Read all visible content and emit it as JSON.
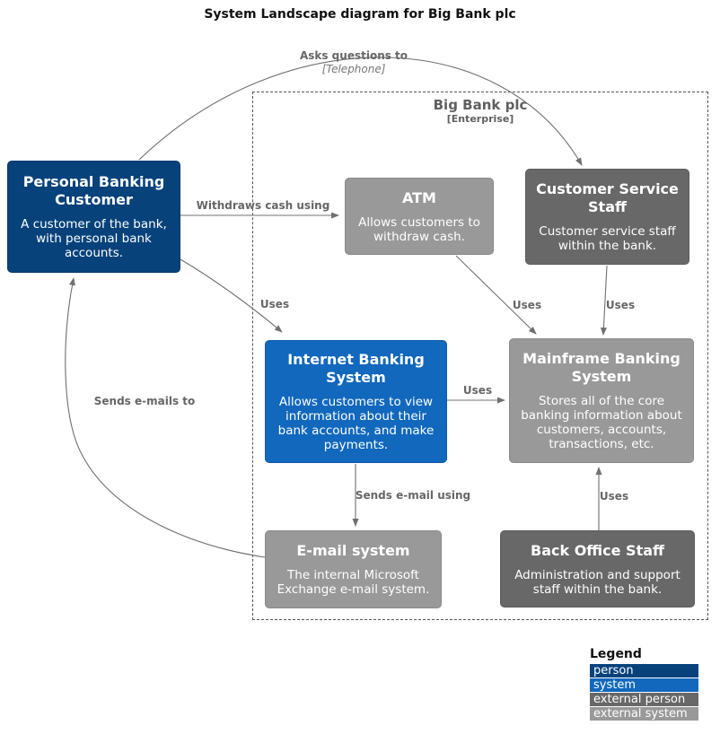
{
  "title": "System Landscape diagram for Big Bank plc",
  "boundary": {
    "name": "Big Bank plc",
    "type": "[Enterprise]"
  },
  "nodes": {
    "personal_banking_customer": {
      "title": "Personal Banking Customer",
      "description": "A customer of the bank, with personal bank accounts.",
      "kind": "person",
      "color": "#08427b"
    },
    "atm": {
      "title": "ATM",
      "description": "Allows customers to withdraw cash.",
      "kind": "external system",
      "color": "#999999"
    },
    "customer_service_staff": {
      "title": "Customer Service Staff",
      "description": "Customer service staff within the bank.",
      "kind": "external person",
      "color": "#686868"
    },
    "internet_banking_system": {
      "title": "Internet Banking System",
      "description": "Allows customers to view information about their bank accounts, and make payments.",
      "kind": "system",
      "color": "#1168bd"
    },
    "mainframe_banking_system": {
      "title": "Mainframe Banking System",
      "description": "Stores all of the core banking information about customers, accounts, transactions, etc.",
      "kind": "external system",
      "color": "#999999"
    },
    "email_system": {
      "title": "E-mail system",
      "description": "The internal Microsoft Exchange e-mail system.",
      "kind": "external system",
      "color": "#999999"
    },
    "back_office_staff": {
      "title": "Back Office Staff",
      "description": "Administration and support staff within the bank.",
      "kind": "external person",
      "color": "#686868"
    }
  },
  "relationships": {
    "asks_questions": {
      "from": "Personal Banking Customer",
      "to": "Customer Service Staff",
      "label": "Asks questions to",
      "technology": "[Telephone]"
    },
    "withdraws_cash": {
      "from": "Personal Banking Customer",
      "to": "ATM",
      "label": "Withdraws cash using"
    },
    "pbc_uses_ibs": {
      "from": "Personal Banking Customer",
      "to": "Internet Banking System",
      "label": "Uses"
    },
    "atm_uses_mf": {
      "from": "ATM",
      "to": "Mainframe Banking System",
      "label": "Uses"
    },
    "css_uses_mf": {
      "from": "Customer Service Staff",
      "to": "Mainframe Banking System",
      "label": "Uses"
    },
    "ibs_uses_mf": {
      "from": "Internet Banking System",
      "to": "Mainframe Banking System",
      "label": "Uses"
    },
    "ibs_sends_email": {
      "from": "Internet Banking System",
      "to": "E-mail system",
      "label": "Sends e-mail using"
    },
    "bos_uses_mf": {
      "from": "Back Office Staff",
      "to": "Mainframe Banking System",
      "label": "Uses"
    },
    "email_sends_to_pbc": {
      "from": "E-mail system",
      "to": "Personal Banking Customer",
      "label": "Sends e-mails to"
    }
  },
  "legend": {
    "title": "Legend",
    "items": [
      {
        "label": "person",
        "color": "#08427b"
      },
      {
        "label": "system",
        "color": "#1168bd"
      },
      {
        "label": "external person",
        "color": "#686868"
      },
      {
        "label": "external system",
        "color": "#999999"
      }
    ]
  },
  "colors": {
    "arrow": "#707070",
    "relationship_label": "#666666",
    "boundary_border": "#555555"
  }
}
